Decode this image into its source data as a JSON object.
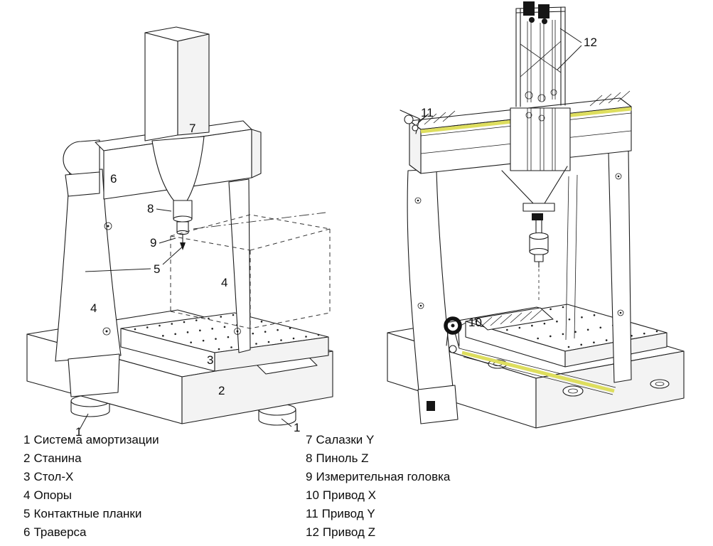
{
  "legend": {
    "left": [
      {
        "num": "1",
        "label": "Система амортизации"
      },
      {
        "num": "2",
        "label": "Станина"
      },
      {
        "num": "3",
        "label": "Стол-X"
      },
      {
        "num": "4",
        "label": "Опоры"
      },
      {
        "num": "5",
        "label": "Контактные планки"
      },
      {
        "num": "6",
        "label": "Траверса"
      }
    ],
    "right": [
      {
        "num": "7",
        "label": "Салазки Y"
      },
      {
        "num": "8",
        "label": "Пиноль Z"
      },
      {
        "num": "9",
        "label": "Измерительная головка"
      },
      {
        "num": "10",
        "label": "Привод X"
      },
      {
        "num": "11",
        "label": "Привод Y"
      },
      {
        "num": "12",
        "label": "Привод Z"
      }
    ]
  },
  "callouts": {
    "n1a": "1",
    "n1b": "1",
    "n2": "2",
    "n3": "3",
    "n4a": "4",
    "n4b": "4",
    "n5": "5",
    "n6": "6",
    "n7": "7",
    "n8": "8",
    "n9": "9",
    "n10": "10",
    "n11": "11",
    "n12": "12"
  },
  "colors": {
    "line": "#1c1c1c",
    "drive_highlight": "#dede5e",
    "dot": "#222222",
    "background": "#ffffff"
  }
}
